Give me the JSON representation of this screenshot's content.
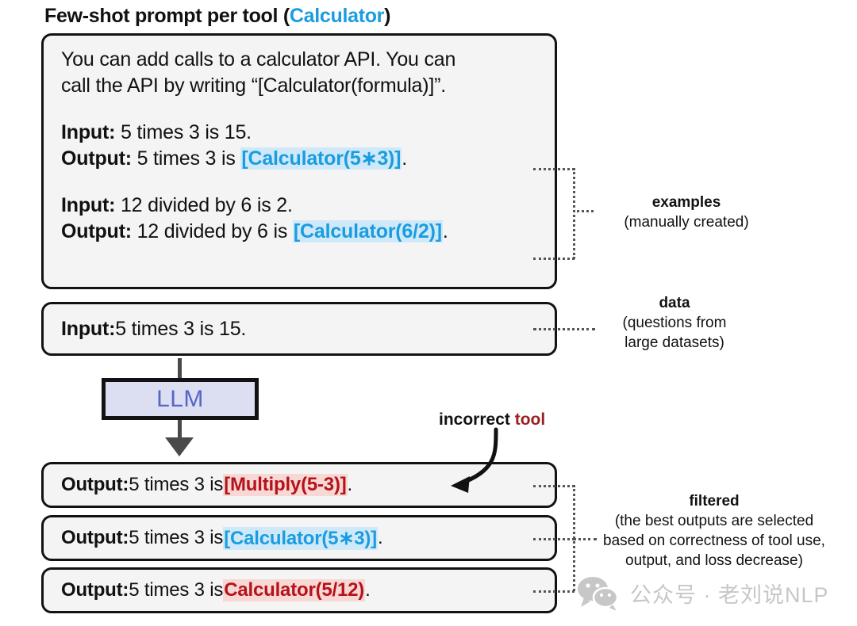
{
  "title": {
    "main": "Few-shot prompt per tool ",
    "open_paren": "(",
    "tool_name": "Calculator",
    "close_paren": ")"
  },
  "prompt_box": {
    "instruction_line_1": "You can add calls to a calculator API. You can",
    "instruction_line_2": "call the API by writing “[Calculator(formula)]”.",
    "examples": [
      {
        "input_label": "Input:",
        "input_text": " 5 times 3 is 15.",
        "output_label": "Output:",
        "output_prefix": " 5 times 3 is ",
        "output_call": "[Calculator(5∗3)]",
        "output_suffix": "."
      },
      {
        "input_label": "Input:",
        "input_text": " 12 divided by 6 is 2.",
        "output_label": "Output:",
        "output_prefix": " 12 divided by 6 is ",
        "output_call": "[Calculator(6/2)]",
        "output_suffix": "."
      }
    ]
  },
  "data_box": {
    "label": "Input:",
    "text": " 5 times 3 is 15."
  },
  "llm": {
    "label": "LLM"
  },
  "incorrect_callout": {
    "word_incorrect": "incorrect ",
    "word_tool": "tool"
  },
  "outputs": [
    {
      "label": "Output:",
      "prefix": " 5 times 3 is ",
      "call": "[Multiply(5-3)]",
      "call_style": "red",
      "suffix": " ."
    },
    {
      "label": "Output:",
      "prefix": " 5 times 3 is ",
      "call": "[Calculator(5∗3)]",
      "call_style": "blue",
      "suffix": " ."
    },
    {
      "label": "Output:",
      "prefix": " 5 times 3 is ",
      "call": "Calculator(5/12)",
      "call_style": "red",
      "suffix": " ."
    }
  ],
  "annotations": {
    "examples": {
      "title": "examples",
      "subtitle": "(manually created)"
    },
    "data": {
      "title": "data",
      "subtitle_line_1": "(questions from",
      "subtitle_line_2": "large datasets)"
    },
    "filtered": {
      "title": "filtered",
      "subtitle_line_1": "(the best outputs are selected",
      "subtitle_line_2": "based on correctness of tool use,",
      "subtitle_line_3": "output, and loss decrease)"
    }
  },
  "watermark": {
    "text": "公众号 · 老刘说NLP"
  },
  "colors": {
    "tool_blue": "#1a9de0",
    "highlight_blue": "#cfe9f8",
    "error_red": "#b5121b",
    "highlight_red": "#f8d8d4",
    "llm_fill": "#dcdff2",
    "llm_text": "#5566c4",
    "box_fill": "#f4f4f4",
    "border": "#121212"
  }
}
